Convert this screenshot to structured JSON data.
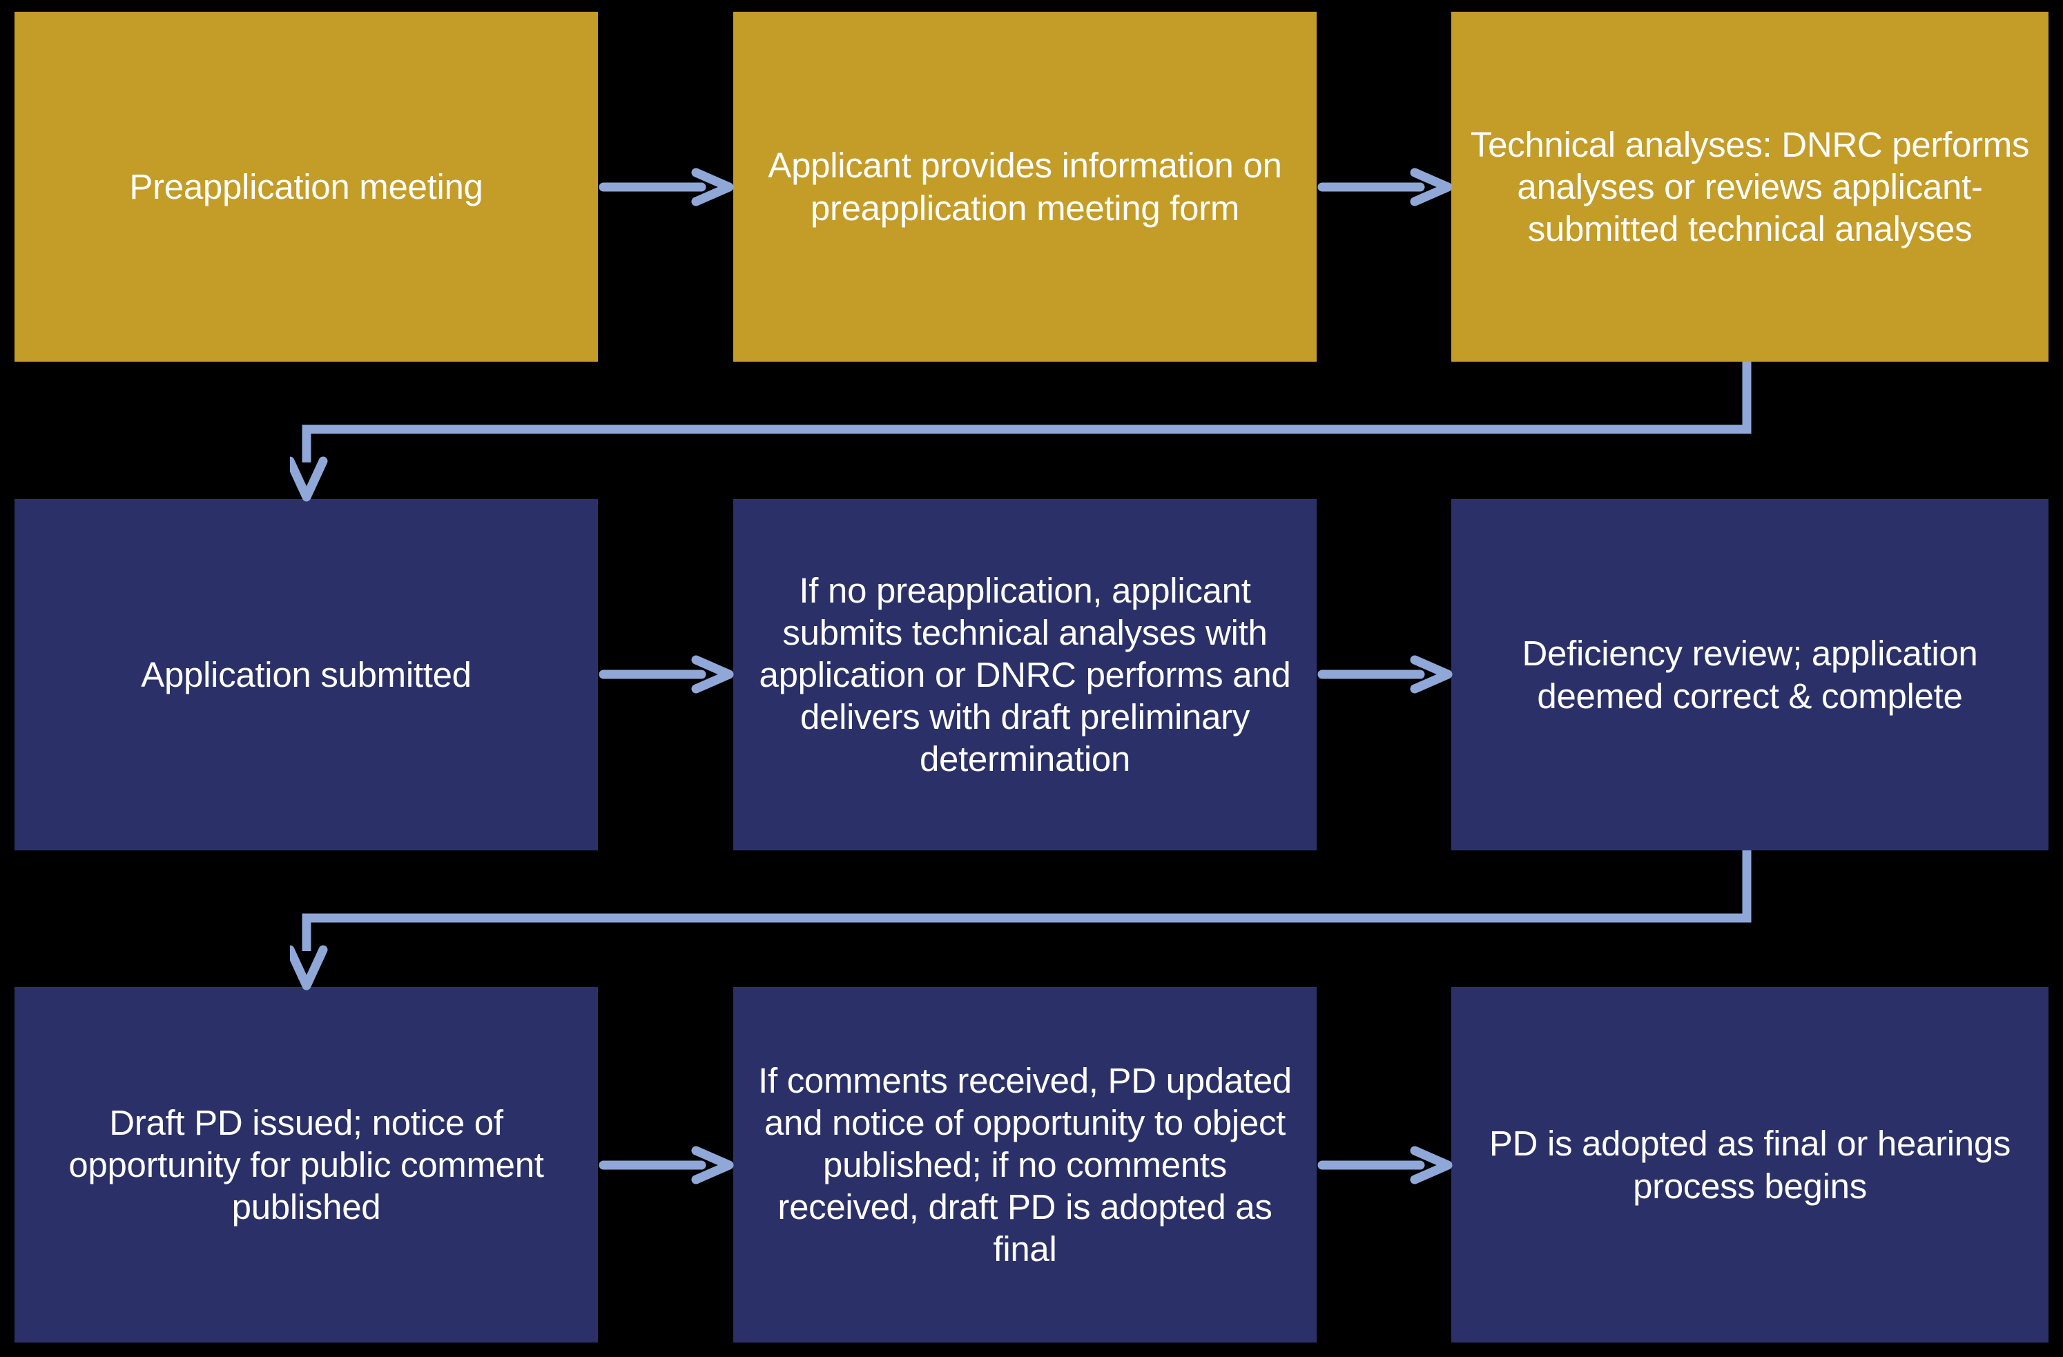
{
  "diagram": {
    "title": "Water right application process flowchart",
    "background_color": "#000000",
    "colors": {
      "stage_preapplication": "#C49C28",
      "stage_application": "#2B3168",
      "connector": "#8FA8D8",
      "node_text": "#FFFFFF"
    },
    "rows": [
      {
        "id": "row-preapplication",
        "color_key": "stage_preapplication",
        "nodes": [
          {
            "id": "node-preapplication-meeting",
            "text": "Preapplication meeting"
          },
          {
            "id": "node-applicant-provides-information",
            "text": "Applicant provides information on preapplication meeting form"
          },
          {
            "id": "node-technical-analyses",
            "text": "Technical analyses: DNRC performs analyses or reviews applicant-submitted technical analyses"
          }
        ]
      },
      {
        "id": "row-application",
        "color_key": "stage_application",
        "nodes": [
          {
            "id": "node-application-submitted",
            "text": "Application submitted"
          },
          {
            "id": "node-if-no-preapplication",
            "text": "If no preapplication, applicant submits technical analyses with application or DNRC performs and delivers with draft preliminary determination"
          },
          {
            "id": "node-deficiency-review",
            "text": "Deficiency review; application deemed correct & complete"
          }
        ]
      },
      {
        "id": "row-determination",
        "color_key": "stage_application",
        "nodes": [
          {
            "id": "node-draft-pd-issued",
            "text": "Draft PD issued; notice of opportunity for public comment published"
          },
          {
            "id": "node-if-comments-received",
            "text": "If comments received, PD updated and notice of opportunity to object published; if no comments received, draft PD is adopted as final"
          },
          {
            "id": "node-pd-adopted-final",
            "text": "PD is adopted as final or hearings process begins"
          }
        ]
      }
    ],
    "connectors": [
      {
        "id": "arrow-r1c1-to-r1c2",
        "type": "horizontal",
        "from": "node-preapplication-meeting",
        "to": "node-applicant-provides-information"
      },
      {
        "id": "arrow-r1c2-to-r1c3",
        "type": "horizontal",
        "from": "node-applicant-provides-information",
        "to": "node-technical-analyses"
      },
      {
        "id": "elbow-r1c3-to-r2c1",
        "type": "elbow-down-left",
        "from": "node-technical-analyses",
        "to": "node-application-submitted"
      },
      {
        "id": "arrow-r2c1-to-r2c2",
        "type": "horizontal",
        "from": "node-application-submitted",
        "to": "node-if-no-preapplication"
      },
      {
        "id": "arrow-r2c2-to-r2c3",
        "type": "horizontal",
        "from": "node-if-no-preapplication",
        "to": "node-deficiency-review"
      },
      {
        "id": "elbow-r2c3-to-r3c1",
        "type": "elbow-down-left",
        "from": "node-deficiency-review",
        "to": "node-draft-pd-issued"
      },
      {
        "id": "arrow-r3c1-to-r3c2",
        "type": "horizontal",
        "from": "node-draft-pd-issued",
        "to": "node-if-comments-received"
      },
      {
        "id": "arrow-r3c2-to-r3c3",
        "type": "horizontal",
        "from": "node-if-comments-received",
        "to": "node-pd-adopted-final"
      }
    ]
  }
}
